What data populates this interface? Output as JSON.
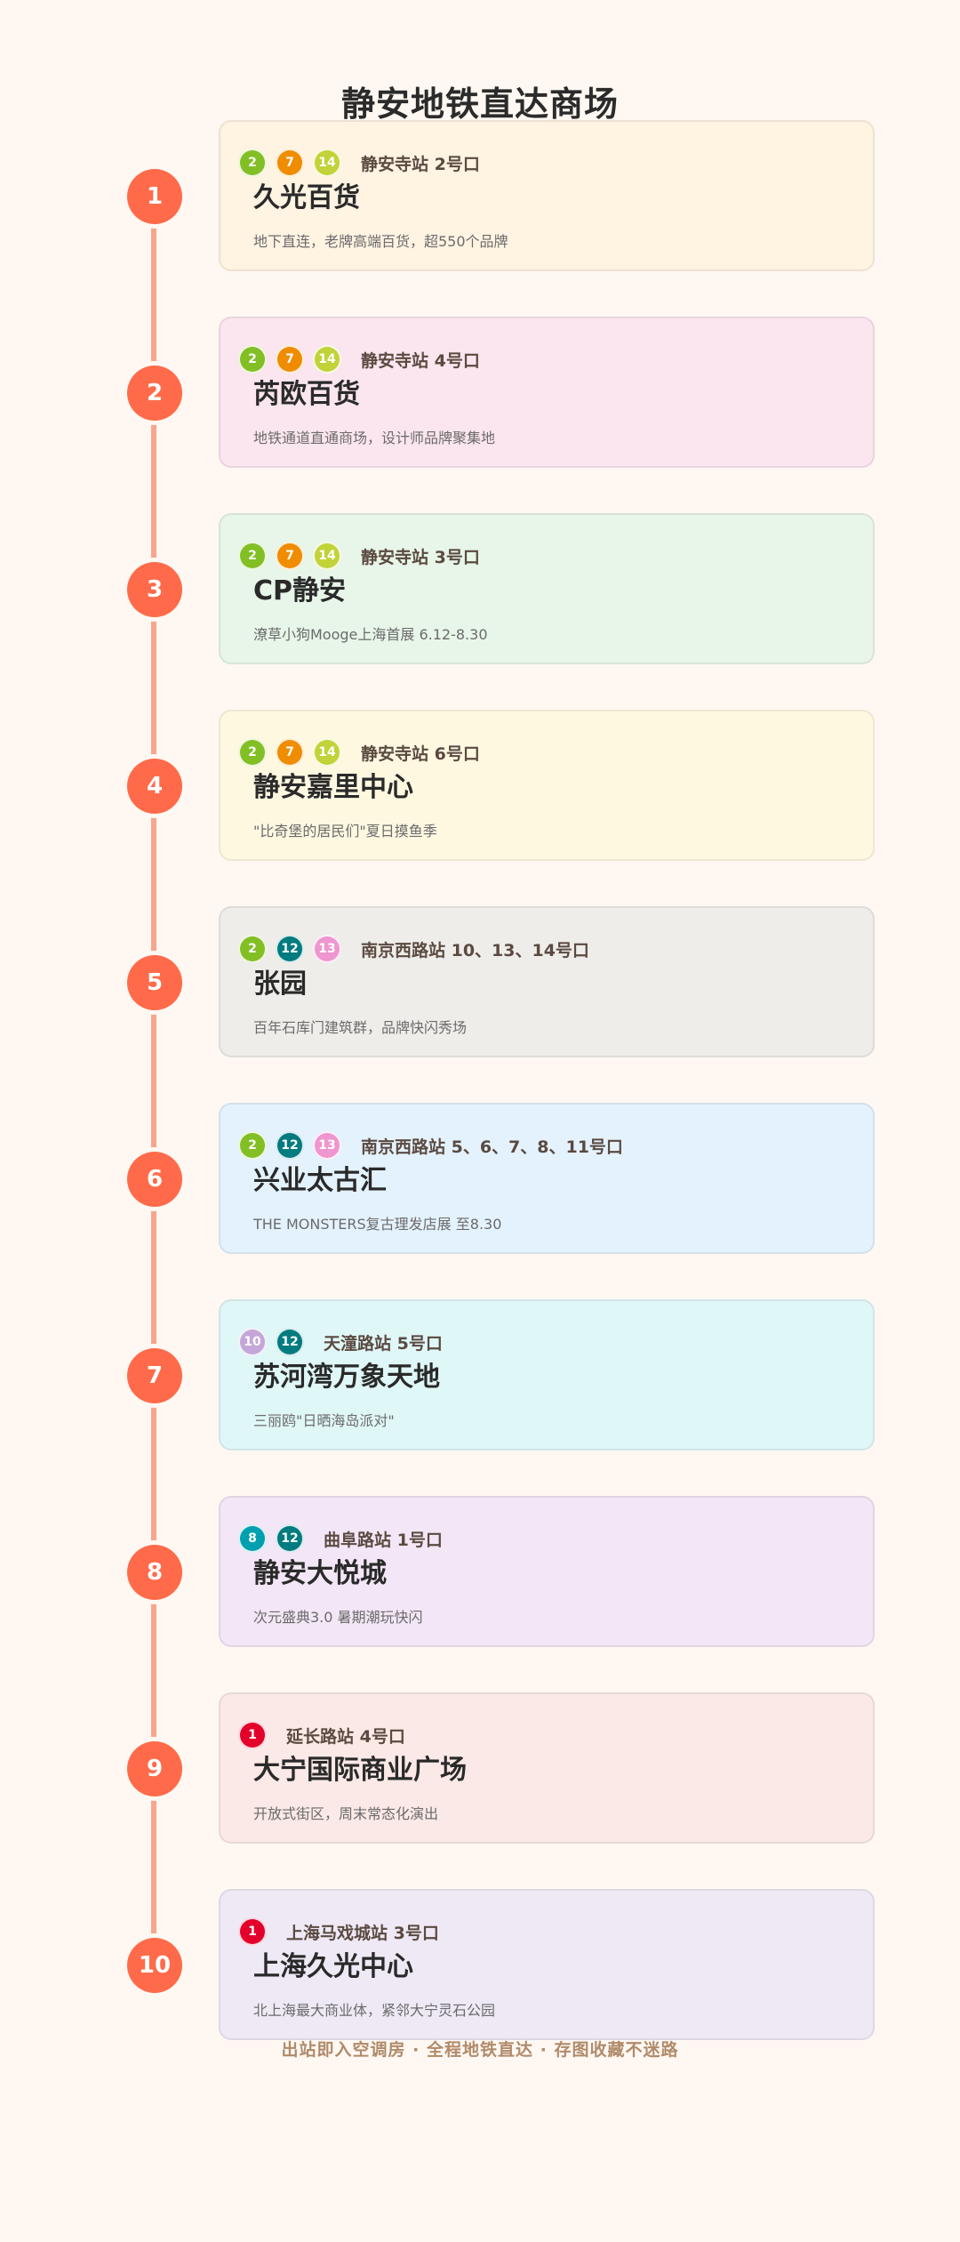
{
  "title": "静安地铁直达商场",
  "footer": "出站即入空调房 · 全程地铁直达 · 存图收藏不迷路",
  "colors": {
    "timeline": "#f7a58e",
    "number_circle": "#ff6b4a",
    "line_1": "#e3002b",
    "line_2": "#82bf25",
    "line_7": "#f08c00",
    "line_8": "#00a0b0",
    "line_10": "#c4a7d8",
    "line_12": "#007b7f",
    "line_13": "#ef95cf",
    "line_14": "#c1d339"
  },
  "malls": [
    {
      "num": "1",
      "lines": [
        "2",
        "7",
        "14"
      ],
      "station": "静安寺站 2号口",
      "name": "久光百货",
      "desc": "地下直连，老牌高端百货，超550个品牌",
      "bg": "#fff3e2"
    },
    {
      "num": "2",
      "lines": [
        "2",
        "7",
        "14"
      ],
      "station": "静安寺站 4号口",
      "name": "芮欧百货",
      "desc": "地铁通道直通商场，设计师品牌聚集地",
      "bg": "#fbe5ee"
    },
    {
      "num": "3",
      "lines": [
        "2",
        "7",
        "14"
      ],
      "station": "静安寺站 3号口",
      "name": "CP静安",
      "desc": "潦草小狗Mooge上海首展 6.12-8.30",
      "bg": "#e7f6e8"
    },
    {
      "num": "4",
      "lines": [
        "2",
        "7",
        "14"
      ],
      "station": "静安寺站 6号口",
      "name": "静安嘉里中心",
      "desc": "\"比奇堡的居民们\"夏日摸鱼季",
      "bg": "#fff8e1"
    },
    {
      "num": "5",
      "lines": [
        "2",
        "12",
        "13"
      ],
      "station": "南京西路站 10、13、14号口",
      "name": "张园",
      "desc": "百年石库门建筑群，品牌快闪秀场",
      "bg": "#efedea"
    },
    {
      "num": "6",
      "lines": [
        "2",
        "12",
        "13"
      ],
      "station": "南京西路站 5、6、7、8、11号口",
      "name": "兴业太古汇",
      "desc": "THE MONSTERS复古理发店展 至8.30",
      "bg": "#e4f2fd"
    },
    {
      "num": "7",
      "lines": [
        "10",
        "12"
      ],
      "station": "天潼路站 5号口",
      "name": "苏河湾万象天地",
      "desc": "三丽鸥\"日晒海岛派对\"",
      "bg": "#e0f7f8"
    },
    {
      "num": "8",
      "lines": [
        "8",
        "12"
      ],
      "station": "曲阜路站 1号口",
      "name": "静安大悦城",
      "desc": "次元盛典3.0 暑期潮玩快闪",
      "bg": "#f3e6f6"
    },
    {
      "num": "9",
      "lines": [
        "1"
      ],
      "station": "延长路站 4号口",
      "name": "大宁国际商业广场",
      "desc": "开放式街区，周末常态化演出",
      "bg": "#fae9e6"
    },
    {
      "num": "10",
      "lines": [
        "1"
      ],
      "station": "上海马戏城站 3号口",
      "name": "上海久光中心",
      "desc": "北上海最大商业体，紧邻大宁灵石公园",
      "bg": "#efe9f6"
    }
  ]
}
